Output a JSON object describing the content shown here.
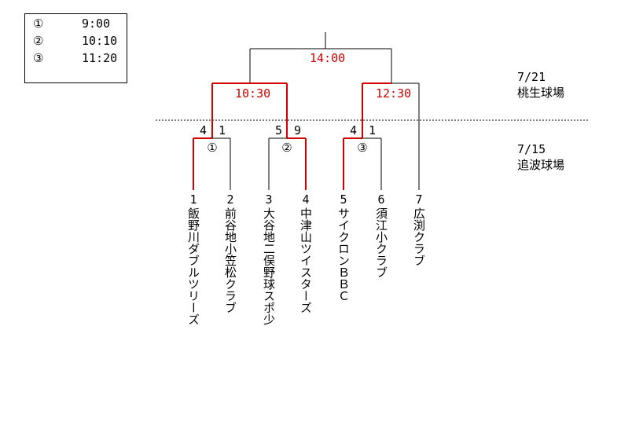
{
  "legend": [
    {
      "symbol": "①",
      "time": "9:00"
    },
    {
      "symbol": "②",
      "time": "10:10"
    },
    {
      "symbol": "③",
      "time": "11:20"
    }
  ],
  "venues": {
    "upper": {
      "date": "7/21",
      "name": "桃生球場"
    },
    "lower": {
      "date": "7/15",
      "name": "追波球場"
    }
  },
  "times": {
    "final": "14:00",
    "semi_left": "10:30",
    "semi_right": "12:30"
  },
  "first_round": [
    {
      "symbol": "①",
      "score_left": "4",
      "score_right": "1"
    },
    {
      "symbol": "②",
      "score_left": "5",
      "score_right": "9"
    },
    {
      "symbol": "③",
      "score_left": "4",
      "score_right": "1"
    }
  ],
  "teams": [
    {
      "no": "1",
      "name": "飯野川ダブルツリーズ"
    },
    {
      "no": "2",
      "name": "前谷地小笠松クラブ"
    },
    {
      "no": "3",
      "name": "大谷地二俣野球スポ少"
    },
    {
      "no": "4",
      "name": "中津山ツイスターズ"
    },
    {
      "no": "5",
      "name": "サイクロンＢＢＣ"
    },
    {
      "no": "6",
      "name": "須江小クラブ"
    },
    {
      "no": "7",
      "name": "広渕クラブ"
    }
  ],
  "colors": {
    "winner_line": "#d40000",
    "line": "#000000",
    "time_text": "#cc0000"
  }
}
